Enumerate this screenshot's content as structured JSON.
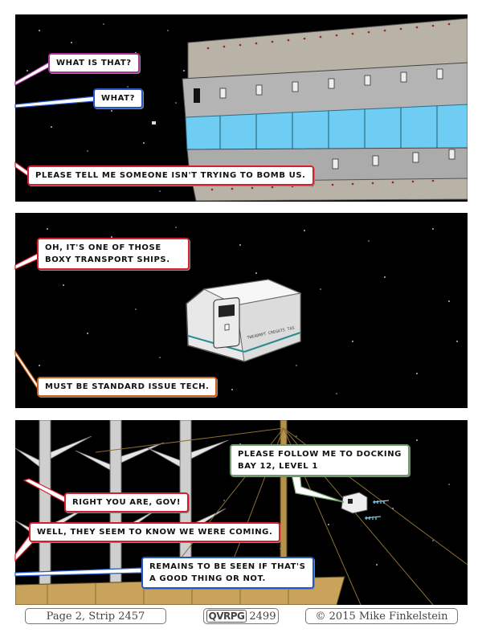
{
  "panel1": {
    "bubbles": {
      "what_is_that": "WHAT IS THAT?",
      "what": "WHAT?",
      "bomb": "PLEASE TELL ME SOMEONE ISN'T TRYING TO BOMB US."
    }
  },
  "panel2": {
    "bubbles": {
      "boxy": "OH, IT'S ONE OF THOSE BOXY TRANSPORT SHIPS.",
      "standard": "MUST BE STANDARD ISSUE TECH."
    },
    "ship_hull_text": "TWEADRPT CREGATS TAS"
  },
  "panel3": {
    "bubbles": {
      "follow_line1": "PLEASE FOLLOW ME TO DOCKING",
      "follow_line2": "BAY 12, LEVEL 1",
      "right_you_are": "RIGHT YOU ARE, GOV!",
      "well": "WELL, THEY SEEM TO KNOW WE WERE COMING.",
      "remains_line1": "REMAINS TO BE SEEN IF THAT'S",
      "remains_line2": "A GOOD THING OR NOT."
    }
  },
  "footer": {
    "page_strip": "Page 2, Strip 2457",
    "logo_text": "QVRPG",
    "logo_number": "2499",
    "copyright": "© 2015 Mike Finkelstein"
  },
  "colors": {
    "purple_speaker": "#a8329c",
    "blue_speaker": "#2356c7",
    "red_speaker": "#d4202e",
    "orange_speaker": "#c8621e",
    "green_speaker": "#6f9d6a",
    "window_blue": "#5ec8f5"
  }
}
